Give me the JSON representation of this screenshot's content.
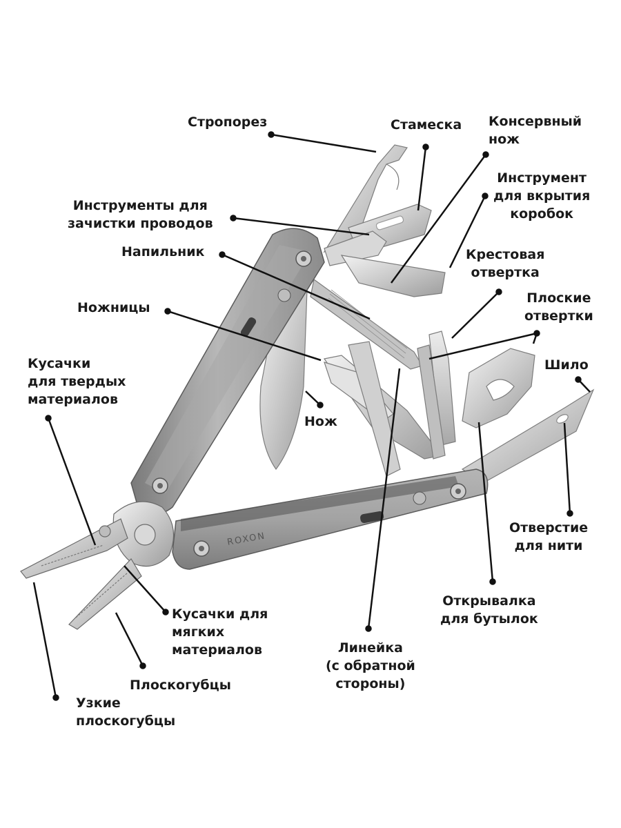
{
  "brand": "ROXON",
  "labels": {
    "stroporez": "Стропорез",
    "stameska": "Стамеска",
    "konservny": [
      "Консервный",
      "нож"
    ],
    "korobki": [
      "Инструмент",
      "для вкрытия",
      "коробок"
    ],
    "zachistka": [
      "Инструменты для",
      "зачистки проводов"
    ],
    "napilnik": "Напильник",
    "krestovaya": [
      "Крестовая",
      "отвертка"
    ],
    "ploskie_otvertki": [
      "Плоские",
      "отвертки"
    ],
    "nozhnicy": "Ножницы",
    "shilo": "Шило",
    "kusachki_tverd": [
      "Кусачки",
      "для твердых",
      "материалов"
    ],
    "nozh": "Нож",
    "otverstie": [
      "Отверстие",
      "для нити"
    ],
    "otkryvalka": [
      "Открывалка",
      "для бутылок"
    ],
    "kusachki_myagk": [
      "Кусачки для",
      "мягких",
      "материалов"
    ],
    "lineyka": [
      "Линейка",
      "(с обратной",
      "стороны)"
    ],
    "ploskogubcy": "Плоскогубцы",
    "uzkie": [
      "Узкие",
      "плоскогубцы"
    ]
  },
  "colors": {
    "text": "#1a1a1a",
    "leader": "#111111",
    "steel_light": "#e6e6e6",
    "steel_mid": "#bdbdbd",
    "steel_dark": "#8a8a8a",
    "handle": "#9a9a9a",
    "handle_dark": "#5e5e5e"
  }
}
